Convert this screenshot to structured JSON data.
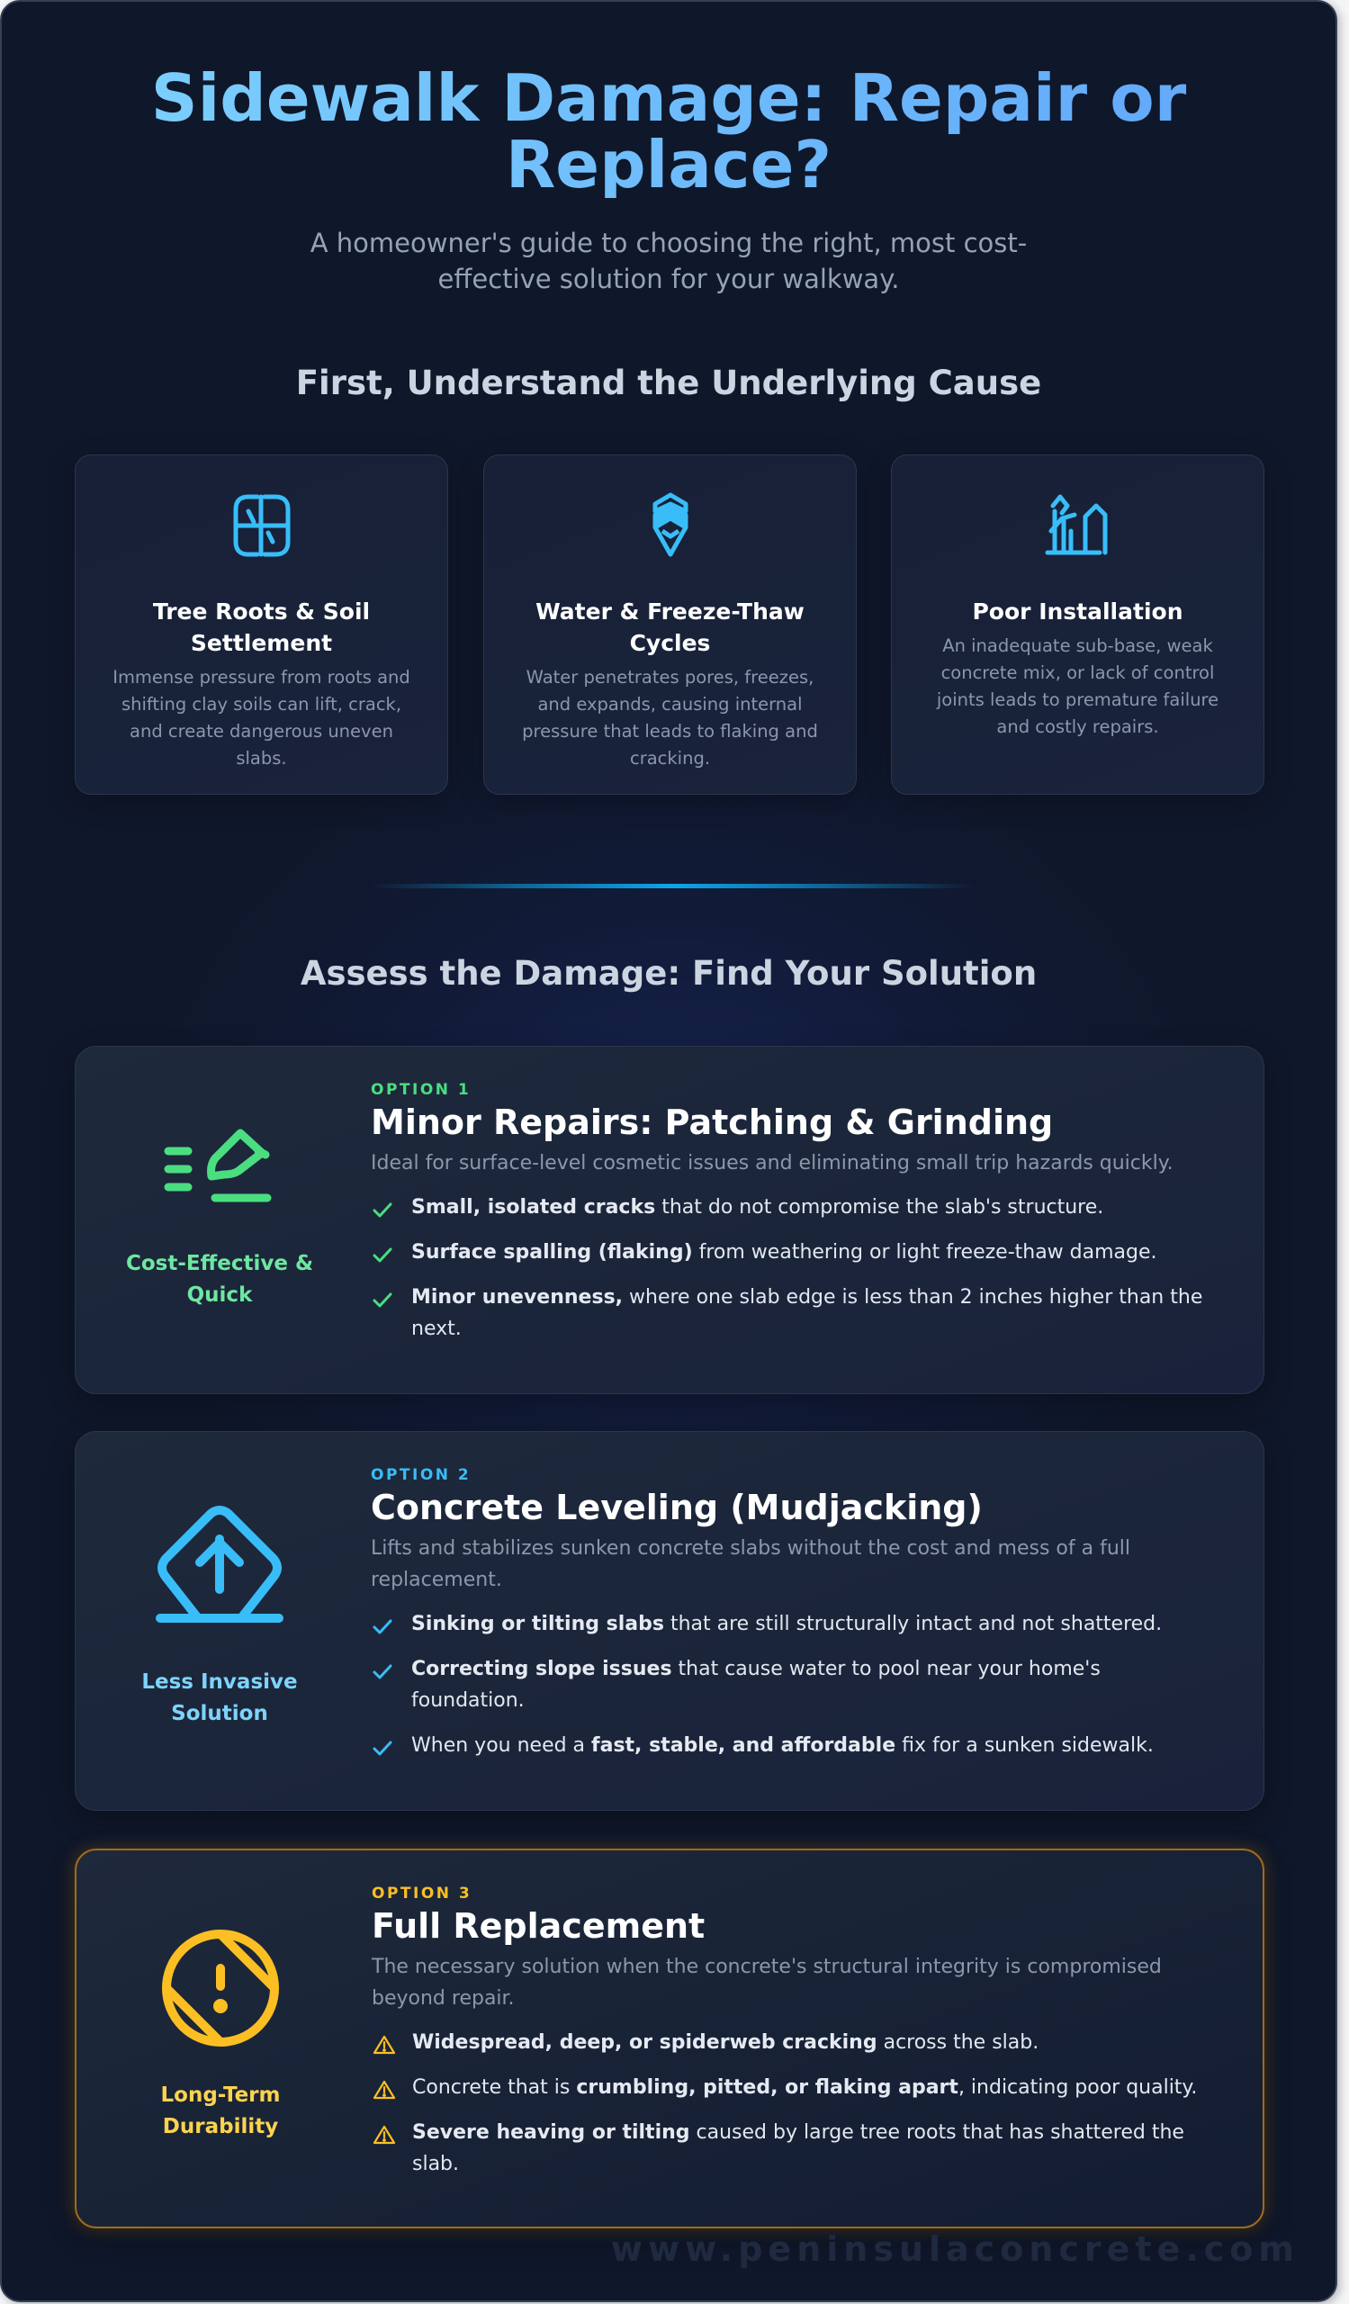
{
  "header": {
    "title": "Sidewalk Damage: Repair or Replace?",
    "subtitle": "A homeowner's guide to choosing the right, most cost-effective solution for your walkway."
  },
  "causes_section": {
    "title": "First, Understand the Underlying Cause",
    "cards": [
      {
        "icon": "cracked-slab-icon",
        "title": "Tree Roots & Soil Settlement",
        "text": "Immense pressure from roots and shifting clay soils can lift, crack, and create dangerous uneven slabs."
      },
      {
        "icon": "water-drop-layers-icon",
        "title": "Water & Freeze-Thaw Cycles",
        "text": "Water penetrates pores, freezes, and expands, causing internal pressure that leads to flaking and cracking."
      },
      {
        "icon": "broken-structure-icon",
        "title": "Poor Installation",
        "text": "An inadequate sub-base, weak concrete mix, or lack of control joints leads to premature failure and costly repairs."
      }
    ]
  },
  "solutions_section": {
    "title": "Assess the Damage: Find Your Solution",
    "options": [
      {
        "label": "OPTION 1",
        "title": "Minor Repairs: Patching & Grinding",
        "description": "Ideal for surface-level cosmetic issues and eliminating small trip hazards quickly.",
        "badge": "Cost-Effective & Quick",
        "icon": "patch-edit-icon",
        "bullet_icon": "check-icon",
        "accent": "#4ade80",
        "items": [
          {
            "pre": "",
            "bold": "Small, isolated cracks",
            "post": " that do not compromise the slab's structure."
          },
          {
            "pre": "",
            "bold": "Surface spalling (flaking)",
            "post": " from weathering or light freeze-thaw damage."
          },
          {
            "pre": "",
            "bold": "Minor unevenness,",
            "post": " where one slab edge is less than 2 inches higher than the next."
          }
        ]
      },
      {
        "label": "OPTION 2",
        "title": "Concrete Leveling (Mudjacking)",
        "description": "Lifts and stabilizes sunken concrete slabs without the cost and mess of a full replacement.",
        "badge": "Less Invasive Solution",
        "icon": "lift-arrow-icon",
        "bullet_icon": "check-icon",
        "accent": "#38bdf8",
        "items": [
          {
            "pre": "",
            "bold": "Sinking or tilting slabs",
            "post": " that are still structurally intact and not shattered."
          },
          {
            "pre": "",
            "bold": "Correcting slope issues",
            "post": " that cause water to pool near your home's foundation."
          },
          {
            "pre": "When you need a ",
            "bold": "fast, stable, and affordable",
            "post": " fix for a sunken sidewalk."
          }
        ]
      },
      {
        "label": "OPTION 3",
        "title": "Full Replacement",
        "description": "The necessary solution when the concrete's structural integrity is compromised beyond repair.",
        "badge": "Long-Term Durability",
        "icon": "alert-circle-icon",
        "bullet_icon": "warning-triangle-icon",
        "accent": "#fbbf24",
        "items": [
          {
            "pre": "",
            "bold": "Widespread, deep, or spiderweb cracking",
            "post": " across the slab."
          },
          {
            "pre": "Concrete that is ",
            "bold": "crumbling, pitted, or flaking apart",
            "post": ", indicating poor quality."
          },
          {
            "pre": "",
            "bold": "Severe heaving or tilting",
            "post": " caused by large tree roots that has shattered the slab."
          }
        ]
      }
    ]
  },
  "footer": {
    "watermark": "www.peninsulaconcrete.com"
  },
  "colors": {
    "background": "#0f172a",
    "title_gradient_start": "#7dd3fc",
    "title_gradient_end": "#60a5fa",
    "icon_blue": "#38bdf8",
    "option1_green": "#4ade80",
    "option2_blue": "#38bdf8",
    "option3_amber": "#fbbf24"
  }
}
